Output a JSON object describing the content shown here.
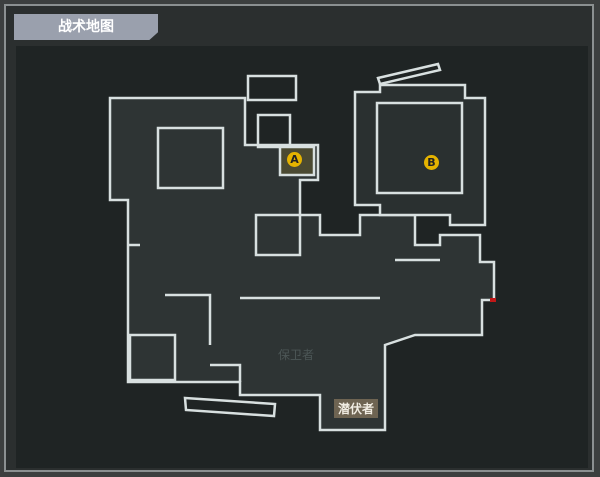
{
  "header": {
    "title": "战术地图"
  },
  "map": {
    "sites": [
      {
        "label": "A"
      },
      {
        "label": "B"
      }
    ],
    "spawns": {
      "defender": "保卫者",
      "attacker": "潜伏者"
    },
    "colors": {
      "wall": "#d8e0e0",
      "site": "#e5b300",
      "floor": "#323838",
      "marker": "#c01818"
    }
  }
}
